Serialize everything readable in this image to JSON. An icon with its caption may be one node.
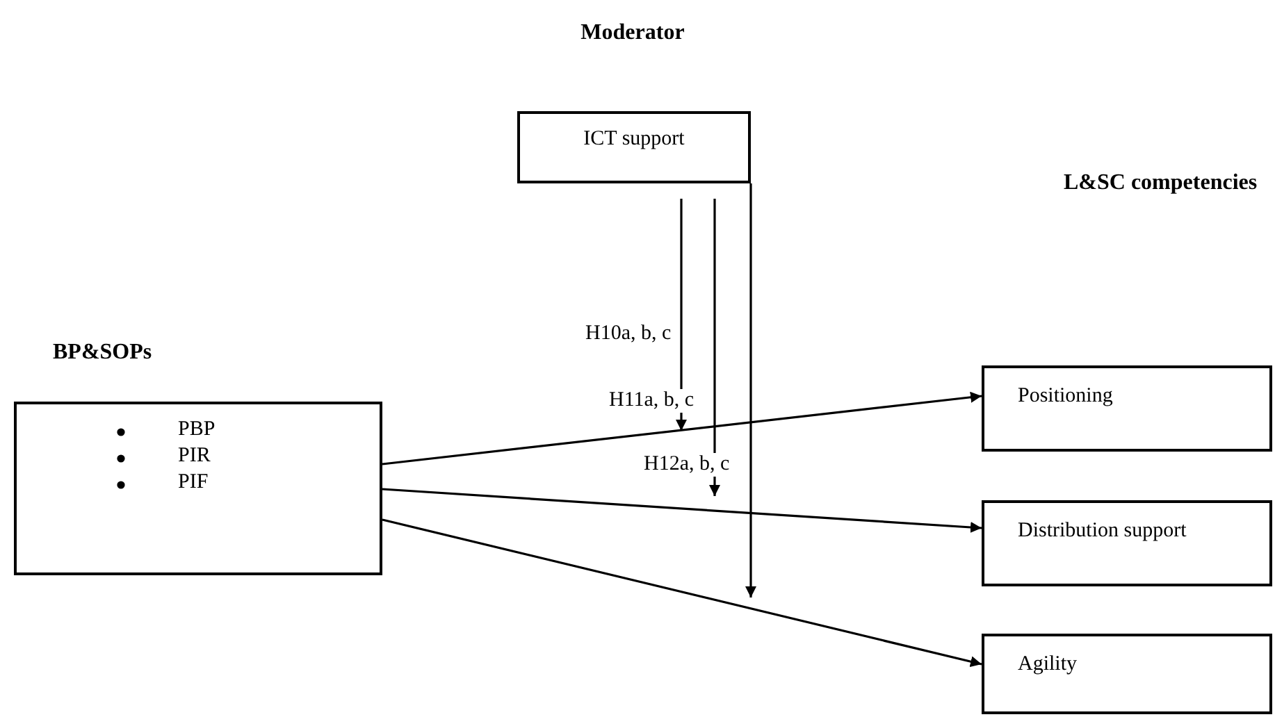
{
  "diagram": {
    "nodes": [
      {
        "text": [
          "ICT support"
        ]
      },
      {
        "text": [
          "PBP",
          "PIR",
          "PIF"
        ]
      },
      {
        "text": [
          "Positioning"
        ]
      },
      {
        "text": [
          "Distribution support"
        ]
      },
      {
        "text": [
          "Agility"
        ]
      }
    ],
    "edges": [
      {
        "from": 0,
        "to": null,
        "arrow": "to",
        "label": "H10a, b, c"
      },
      {
        "from": 0,
        "to": null,
        "arrow": "to",
        "label": "H11a, b, c"
      },
      {
        "from": 0,
        "to": null,
        "arrow": "to",
        "label": "H12a, b, c"
      },
      {
        "from": 1,
        "to": 2,
        "arrow": "to"
      },
      {
        "from": 1,
        "to": 3,
        "arrow": "to"
      },
      {
        "from": 1,
        "to": 4,
        "arrow": "to"
      }
    ],
    "labels": [
      "Moderator",
      "L&SC competencies",
      "BP&SOPs"
    ]
  }
}
